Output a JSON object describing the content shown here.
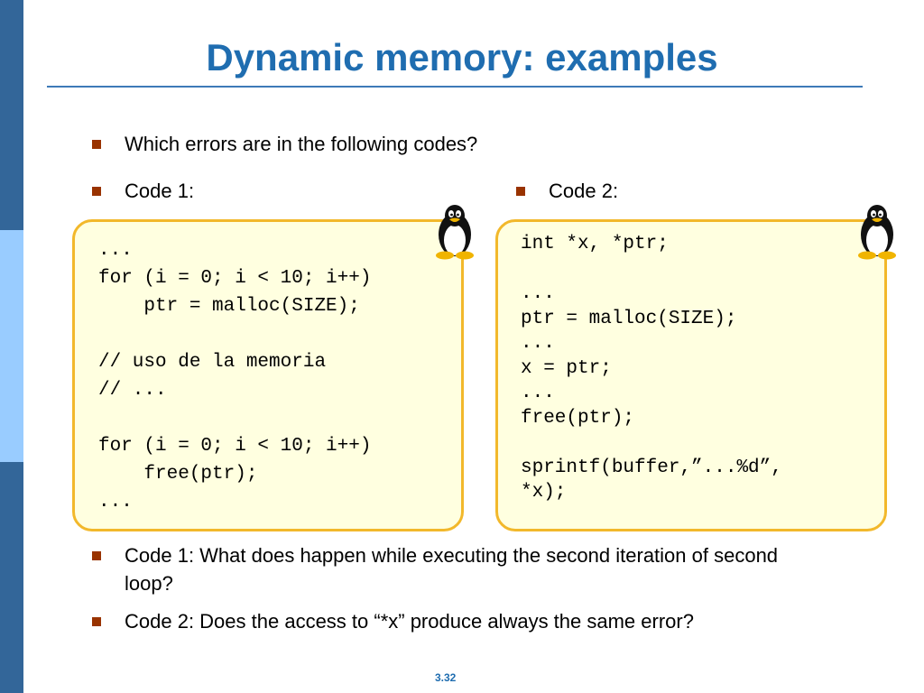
{
  "title": "Dynamic memory: examples",
  "bullets": {
    "intro": "Which errors are in the following codes?",
    "code1_label": "Code 1:",
    "code2_label": "Code 2:",
    "q1_line1": "Code 1: What does happen while executing  the second iteration of second",
    "q1_line2": "loop?",
    "q2": "Code 2: Does the access to “*x” produce always the same error?"
  },
  "code1": "...\nfor (i = 0; i < 10; i++)\n    ptr = malloc(SIZE);\n\n// uso de la memoria\n// ...\n\nfor (i = 0; i < 10; i++)\n    free(ptr);\n...",
  "code2": "int *x, *ptr;\n\n...\nptr = malloc(SIZE);\n...\nx = ptr;\n...\nfree(ptr);\n\nsprintf(buffer,”...%d”,\n*x);",
  "page_number": "3.32",
  "icons": {
    "mascot": "tux-penguin-icon"
  },
  "colors": {
    "title": "#1f6db0",
    "bullet": "#993300",
    "box_border": "#f2b82b",
    "box_fill": "#ffffe0",
    "sidebar_dark": "#336699",
    "sidebar_light": "#99ccff"
  }
}
